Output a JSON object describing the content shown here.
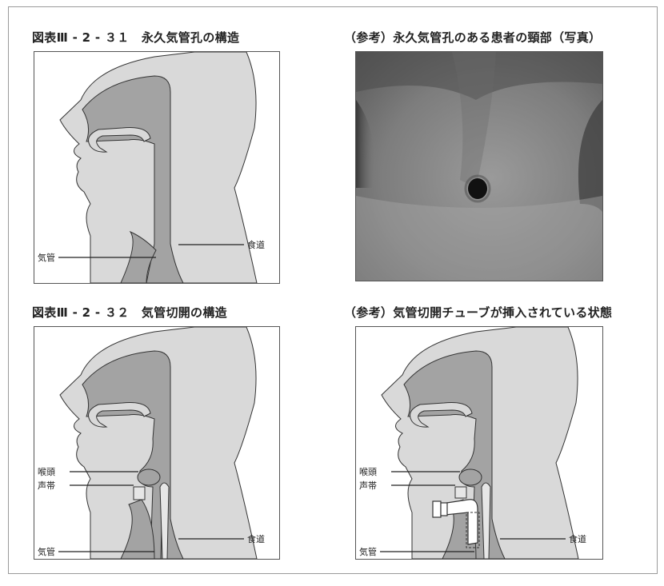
{
  "figures": {
    "fig31": {
      "title": "図表Ⅲ - 2 - ３１　永久気管孔の構造",
      "labels": {
        "esophagus": "食道",
        "trachea": "気管"
      }
    },
    "photo": {
      "title": "（参考）永久気管孔のある患者の頸部（写真）"
    },
    "fig32": {
      "title": "図表Ⅲ - 2 - ３２　気管切開の構造",
      "labels": {
        "larynx": "喉頭",
        "vocal_cords": "声帯",
        "trachea": "気管",
        "esophagus": "食道"
      }
    },
    "fig_tube": {
      "title": "（参考）気管切開チューブが挿入されている状態",
      "labels": {
        "larynx": "喉頭",
        "vocal_cords": "声帯",
        "trachea": "気管",
        "esophagus": "食道"
      }
    }
  },
  "colors": {
    "skin": "#d9d9d9",
    "airway": "#a3a3a3",
    "outline": "#333333"
  }
}
